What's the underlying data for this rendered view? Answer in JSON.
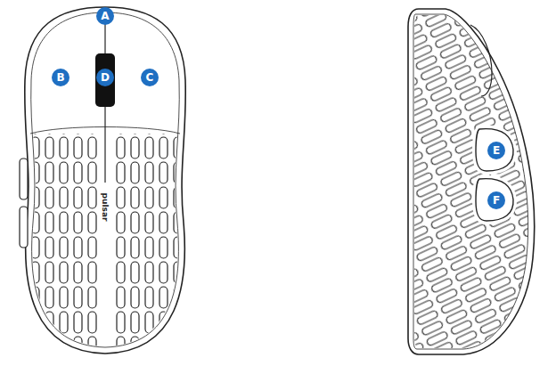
{
  "diagram": {
    "labels": [
      "A",
      "B",
      "C",
      "D",
      "E",
      "F",
      "pulsar"
    ]
  }
}
